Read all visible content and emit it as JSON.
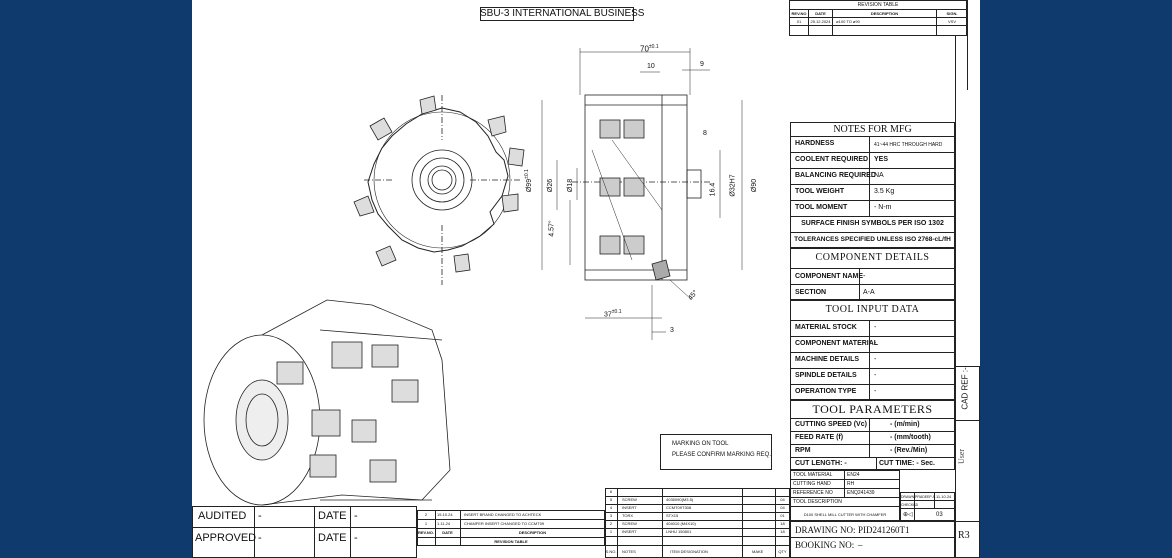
{
  "title": "SBU-3 INTERNATIONAL BUSINESS",
  "revision_table_top": {
    "caption": "REVISION TABLE",
    "headers": [
      "REV.NO",
      "DATE",
      "DESCRIPTION",
      "SIGN."
    ],
    "rows": [
      [
        "01",
        "25.12.2024",
        "ø100 TO ø90",
        "VSV"
      ]
    ]
  },
  "dimensions": {
    "width_overall": "70",
    "width_tol": "±0.1",
    "d10": "10",
    "d9": "9",
    "d8": "8",
    "dia_outer": "Ø99",
    "dia_outer_tol": "±0.1",
    "dia26": "Ø26",
    "dia18": "Ø18",
    "d164": "16.4",
    "dia32": "Ø32H7",
    "dia90": "Ø90",
    "angle457": "4.57°",
    "d37": "37",
    "d37_tol": "±0.1",
    "d3": "3",
    "angle45": "45°"
  },
  "notes_for_mfg": {
    "title": "NOTES FOR MFG",
    "rows": [
      {
        "label": "HARDNESS",
        "value": "41~44 HRC THROUGH HARD"
      },
      {
        "label": "COOLENT REQUIRED",
        "value": "YES"
      },
      {
        "label": "BALANCING REQUIRED",
        "value": "NA"
      },
      {
        "label": "TOOL WEIGHT",
        "value": "3.5 Kg"
      },
      {
        "label": "TOOL MOMENT",
        "value": "- N-m"
      }
    ],
    "surface_finish": "SURFACE FINISH SYMBOLS PER ISO 1302",
    "tolerances": "TOLERANCES SPECIFIED UNLESS ISO 2768-cL/fH"
  },
  "component_details": {
    "title": "COMPONENT DETAILS",
    "rows": [
      {
        "label": "COMPONENT NAME",
        "value": "-"
      },
      {
        "label": "SECTION",
        "value": "A-A"
      }
    ]
  },
  "tool_input_data": {
    "title": "TOOL INPUT DATA",
    "rows": [
      {
        "label": "MATERIAL STOCK",
        "value": "-"
      },
      {
        "label": "COMPONENT MATERIAL",
        "value": "-"
      },
      {
        "label": "MACHINE DETAILS",
        "value": "-"
      },
      {
        "label": "SPINDLE DETAILS",
        "value": "-"
      },
      {
        "label": "OPERATION TYPE",
        "value": "-"
      }
    ]
  },
  "tool_parameters": {
    "title": "TOOL PARAMETERS",
    "rows": [
      {
        "label": "CUTTING SPEED (Vc)",
        "value": "- (m/min)"
      },
      {
        "label": "FEED RATE (f)",
        "value": "- (mm/tooth)"
      },
      {
        "label": "RPM",
        "value": "- (Rev./Min)"
      }
    ],
    "cut_length": "CUT LENGTH: -",
    "cut_time": "CUT TIME: - Sec."
  },
  "tool_info": {
    "rows": [
      {
        "label": "TOOL MATERIAL",
        "value": "EN24"
      },
      {
        "label": "CUTTING HAND",
        "value": "RH"
      },
      {
        "label": "REFERENCE NO",
        "value": "ENQ241439"
      }
    ],
    "description_label": "TOOL DESCRIPTION",
    "description": "D100 SHELL MILL CUTTER WITH CHAMFER"
  },
  "signoff": {
    "drawn": "DRAWN",
    "drawn_by": "PRADEEP A.",
    "drawn_date": "11.10.24",
    "checked": "CHECKED",
    "checked_by": "-",
    "sheet": "03"
  },
  "drawing_no_label": "DRAWING NO:",
  "drawing_no": "PID241260T1",
  "booking_no_label": "BOOKING NO:",
  "booking_no": "–",
  "rev_code": "R3",
  "cad_ref": "CAD REF :-",
  "user_label": "User",
  "marking": {
    "line1": "MARKING ON TOOL",
    "line2": "PLEASE CONFIRM MARKING REQ."
  },
  "bom": {
    "headers": [
      "S.NO.",
      "NOTES",
      "ITEM DESIGNATION",
      "MAKE",
      "QTY"
    ],
    "rows": [
      {
        "sno": "6",
        "notes": "",
        "item": "",
        "make": "",
        "qty": ""
      },
      {
        "sno": "5",
        "notes": "SCREW",
        "item": "4035090(M3.5)",
        "make": "",
        "qty": "04"
      },
      {
        "sno": "4",
        "notes": "INSERT",
        "item": "CCMT09T308",
        "make": "",
        "qty": "04"
      },
      {
        "sno": "3",
        "notes": "TORX",
        "item": "STX15",
        "make": "",
        "qty": "01"
      },
      {
        "sno": "2",
        "notes": "SCREW",
        "item": "404010 (M4X10)",
        "make": "",
        "qty": "18"
      },
      {
        "sno": "1",
        "notes": "INSERT",
        "item": "LNHU 150801",
        "make": "",
        "qty": "18"
      }
    ]
  },
  "revision_table_bottom": {
    "caption": "REVISION TABLE",
    "headers": [
      "REV.NO.",
      "DATE",
      "DESCRIPTION"
    ],
    "rows": [
      {
        "rev": "2",
        "date": "15.10.24",
        "desc": "INSERT BRAND CHANGED TO ACHTECK"
      },
      {
        "rev": "1",
        "date": "1.11.24",
        "desc": "CHAMFER INSERT CHANGED TO CCMT09"
      }
    ]
  },
  "audit": {
    "audited": "AUDITED",
    "approved": "APPROVED",
    "dash": "-",
    "date": "DATE"
  }
}
